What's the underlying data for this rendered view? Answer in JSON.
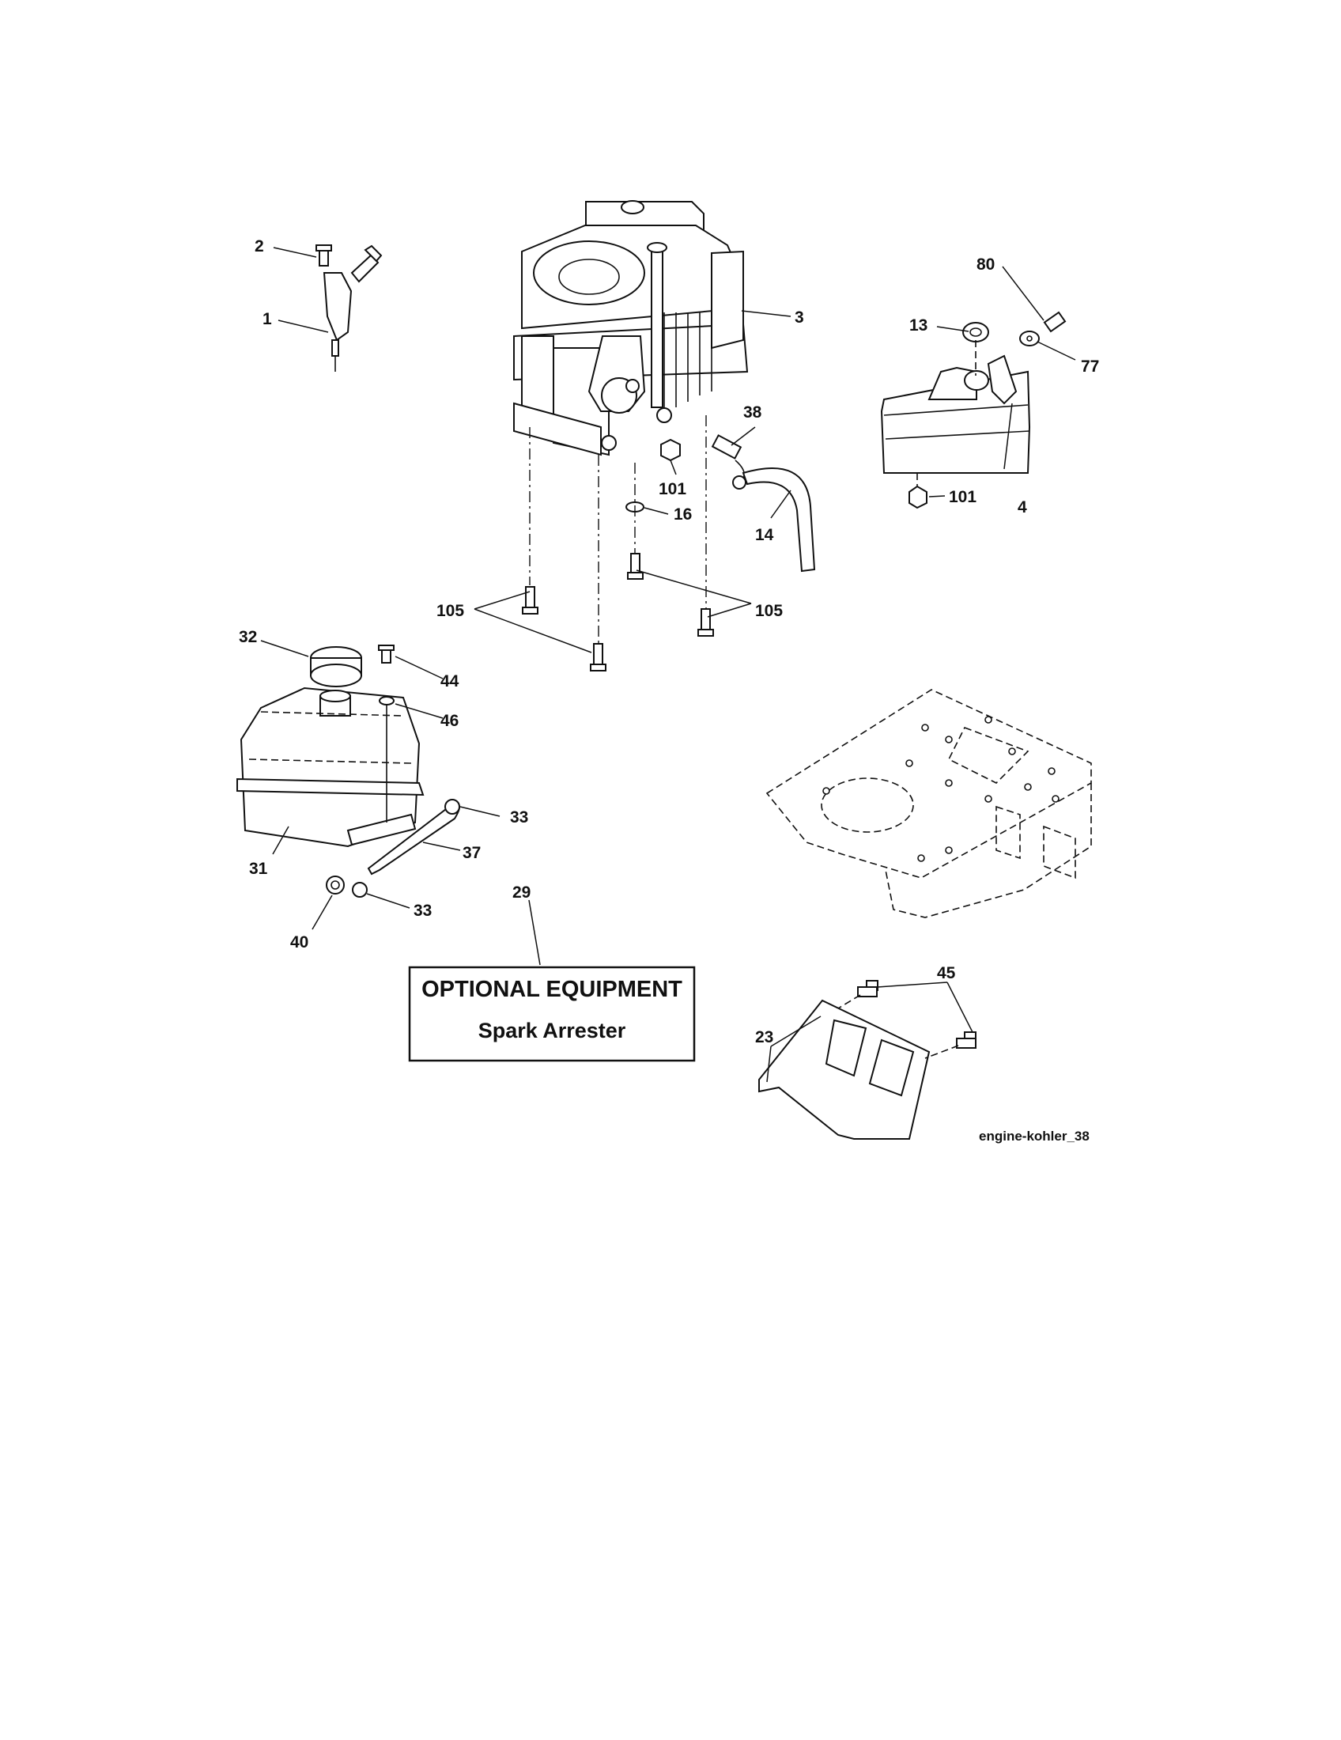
{
  "callouts": {
    "c1": "1",
    "c2": "2",
    "c3": "3",
    "c4": "4",
    "c13": "13",
    "c14": "14",
    "c16": "16",
    "c23": "23",
    "c29": "29",
    "c31": "31",
    "c32": "32",
    "c33a": "33",
    "c33b": "33",
    "c37": "37",
    "c38": "38",
    "c40": "40",
    "c44": "44",
    "c45": "45",
    "c46": "46",
    "c77": "77",
    "c80": "80",
    "c101a": "101",
    "c101b": "101",
    "c105a": "105",
    "c105b": "105"
  },
  "optional_box": {
    "title": "OPTIONAL EQUIPMENT",
    "subtitle": "Spark Arrester"
  },
  "figure_ref": "engine-kohler_38"
}
